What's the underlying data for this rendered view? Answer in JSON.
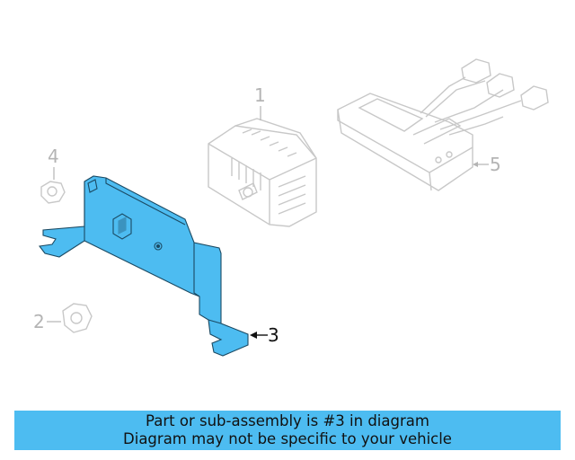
{
  "callouts": {
    "c1": "1",
    "c2": "2",
    "c3": "3",
    "c4": "4",
    "c5": "5"
  },
  "banner": {
    "line1": "Part or sub-assembly is #3 in diagram",
    "line2": "Diagram may not be specific to your vehicle"
  },
  "colors": {
    "highlight_fill": "#4dbcf1",
    "ghost_line": "#b4b4b4",
    "banner_bg": "#4dbcf1"
  }
}
